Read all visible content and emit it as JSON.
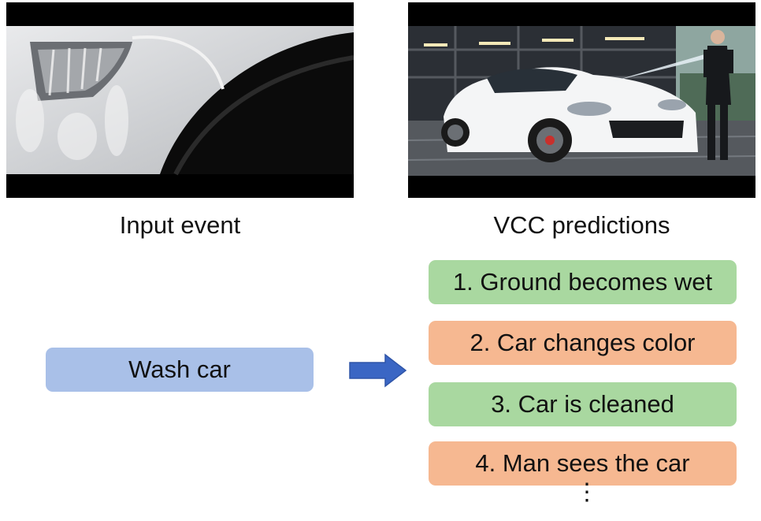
{
  "figure": {
    "left_caption": "Input event",
    "right_caption": "VCC predictions",
    "input_event": "Wash car",
    "predictions": [
      {
        "label": "1. Ground becomes wet",
        "status": "correct",
        "color": "#a9d8a0"
      },
      {
        "label": "2. Car changes color",
        "status": "incorrect",
        "color": "#f6b891"
      },
      {
        "label": "3. Car is cleaned",
        "status": "correct",
        "color": "#a9d8a0"
      },
      {
        "label": "4. Man sees the car",
        "status": "incorrect",
        "color": "#f6b891"
      }
    ],
    "continuation": "⋮",
    "colors": {
      "input_box": "#a9c0e8",
      "arrow": "#3a66c4",
      "correct": "#a9d8a0",
      "incorrect": "#f6b891"
    }
  }
}
